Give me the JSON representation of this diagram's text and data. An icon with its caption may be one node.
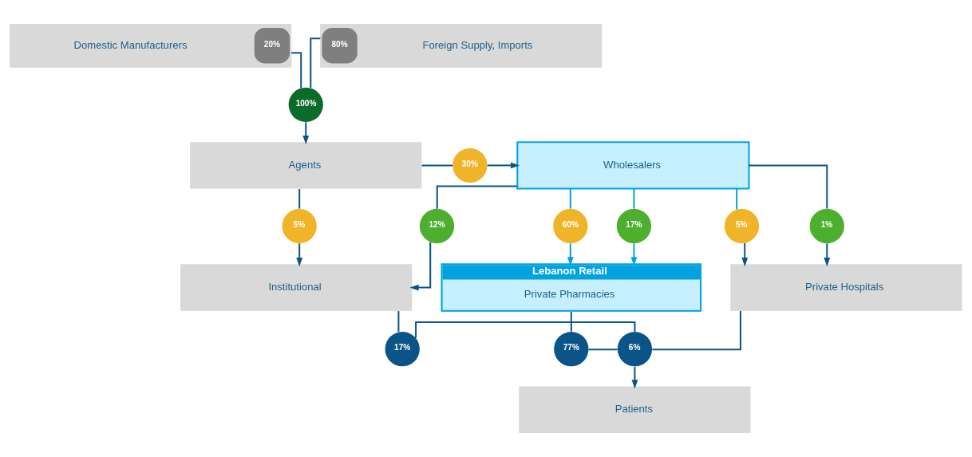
{
  "diagram": {
    "nodes": [
      {
        "text": [
          "Domestic Manufacturers",
          "20%"
        ]
      },
      {
        "text": [
          "80%",
          "Foreign Supply, Imports"
        ]
      },
      {
        "text": [
          "100%"
        ]
      },
      {
        "text": [
          "Wholesalers"
        ]
      },
      {
        "text": [
          "Agents"
        ]
      },
      {
        "text": [
          "30%"
        ]
      },
      {
        "text": [
          "60%"
        ]
      },
      {
        "text": [
          "17%"
        ]
      },
      {
        "text": [
          "5%"
        ]
      },
      {
        "text": [
          "1%"
        ]
      },
      {
        "text": [
          "12%"
        ]
      },
      {
        "text": [
          "5%"
        ]
      },
      {
        "text": [
          "Lebanon Retail",
          "Private Pharmacies"
        ]
      },
      {
        "text": [
          "Private Hospitals"
        ]
      },
      {
        "text": [
          "Institutional"
        ]
      },
      {
        "text": [
          "77%"
        ]
      },
      {
        "text": [
          "6%"
        ]
      },
      {
        "text": [
          "17%"
        ]
      },
      {
        "text": [
          "Patients"
        ]
      }
    ],
    "edges": [
      {
        "from": 0,
        "to": 2,
        "arrow": "none"
      },
      {
        "from": 1,
        "to": 2,
        "arrow": "none"
      },
      {
        "from": 2,
        "to": 4,
        "arrow": "to"
      },
      {
        "from": 4,
        "to": 5,
        "arrow": "none"
      },
      {
        "from": 5,
        "to": 3,
        "arrow": "to"
      },
      {
        "from": 3,
        "to": 6,
        "arrow": "none",
        "color": "#00a3e0"
      },
      {
        "from": 6,
        "to": 12,
        "arrow": "to",
        "color": "#00a3e0"
      },
      {
        "from": 3,
        "to": 7,
        "arrow": "none",
        "color": "#00a3e0"
      },
      {
        "from": 7,
        "to": 12,
        "arrow": "to",
        "color": "#00a3e0"
      },
      {
        "from": 3,
        "to": 8,
        "arrow": "none",
        "color": "#00a3e0"
      },
      {
        "from": 8,
        "to": 13,
        "arrow": "to"
      },
      {
        "from": 4,
        "to": 11,
        "arrow": "none"
      },
      {
        "from": 11,
        "to": 14,
        "arrow": "to"
      },
      {
        "from": 3,
        "to": 9,
        "arrow": "none"
      },
      {
        "from": 9,
        "to": 13,
        "arrow": "to"
      },
      {
        "from": 3,
        "to": 10,
        "arrow": "none"
      },
      {
        "from": 10,
        "to": 14,
        "arrow": "to"
      },
      {
        "from": 12,
        "to": 15,
        "arrow": "none"
      },
      {
        "from": 13,
        "to": 16,
        "arrow": "none"
      },
      {
        "from": 14,
        "to": 17,
        "arrow": "none"
      },
      {
        "from": 15,
        "to": 16,
        "arrow": "none"
      },
      {
        "from": 17,
        "to": 16,
        "arrow": "none"
      },
      {
        "from": 16,
        "to": 18,
        "arrow": "to"
      }
    ]
  }
}
